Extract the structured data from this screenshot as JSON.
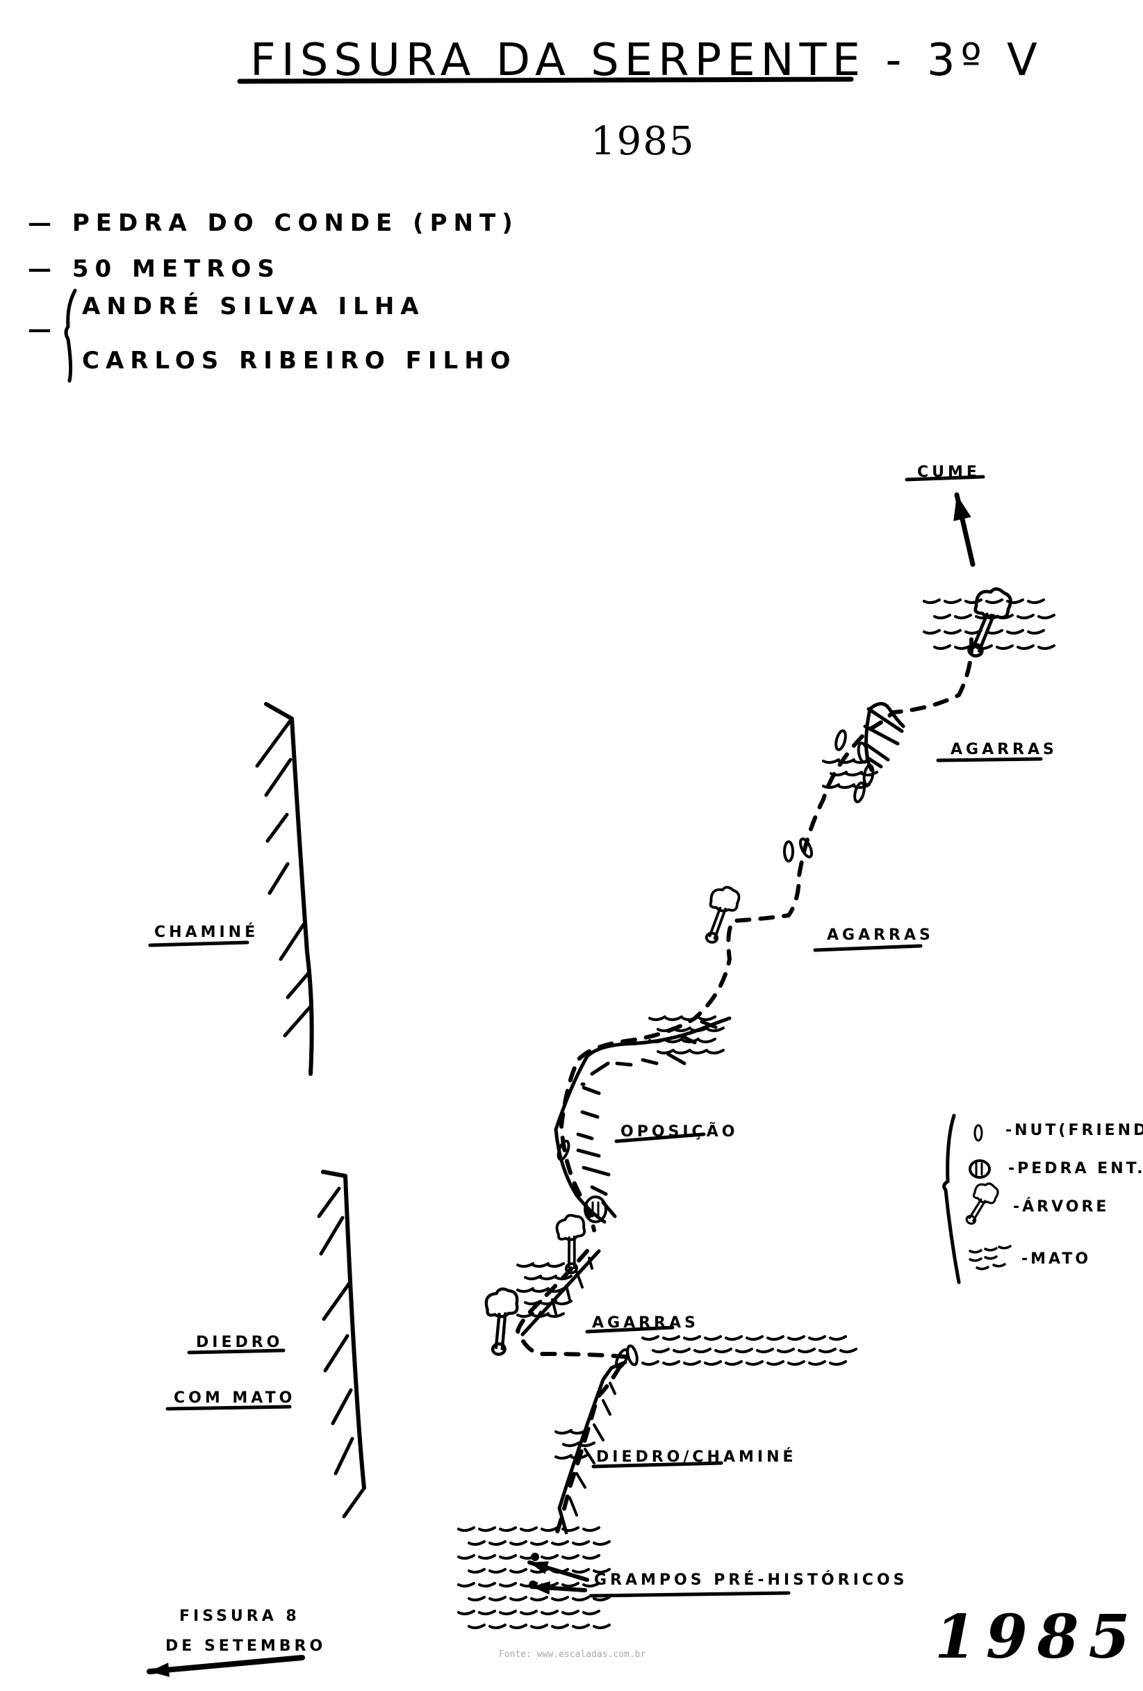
{
  "route": {
    "title": "FISSURA DA SERPENTE - 3º V",
    "year_header": "1985",
    "year_footer": "1985"
  },
  "info": {
    "location": "— PEDRA DO CONDE (PNT)",
    "length": "— 50 METROS",
    "climbers_dash": "—",
    "climbers": [
      "ANDRÉ SILVA ILHA",
      "CARLOS RIBEIRO FILHO"
    ]
  },
  "topo_labels": {
    "summit": "CUME",
    "holds_upper": "AGARRAS",
    "holds_middle": "AGARRAS",
    "opposition": "OPOSIÇÃO",
    "holds_lower": "AGARRAS",
    "dihedral_chimney": "DIEDRO/CHAMINÉ",
    "old_bolts": "GRAMPOS PRÉ-HISTÓRICOS",
    "chimney_left": "CHAMINÉ",
    "dihedral_grass_1": "DIEDRO",
    "dihedral_grass_2": "COM MATO",
    "neighbor_route_1": "FISSURA 8",
    "neighbor_route_2": "DE SETEMBRO"
  },
  "legend": {
    "items": [
      {
        "icon": "nut-icon",
        "label": "-NUT(FRIEND)"
      },
      {
        "icon": "loose-rock-icon",
        "label": "-PEDRA ENT."
      },
      {
        "icon": "tree-icon",
        "label": "-ÁRVORE"
      },
      {
        "icon": "grass-icon",
        "label": "-MATO"
      }
    ]
  },
  "footer": {
    "source": "Fonte: www.escaladas.com.br"
  }
}
